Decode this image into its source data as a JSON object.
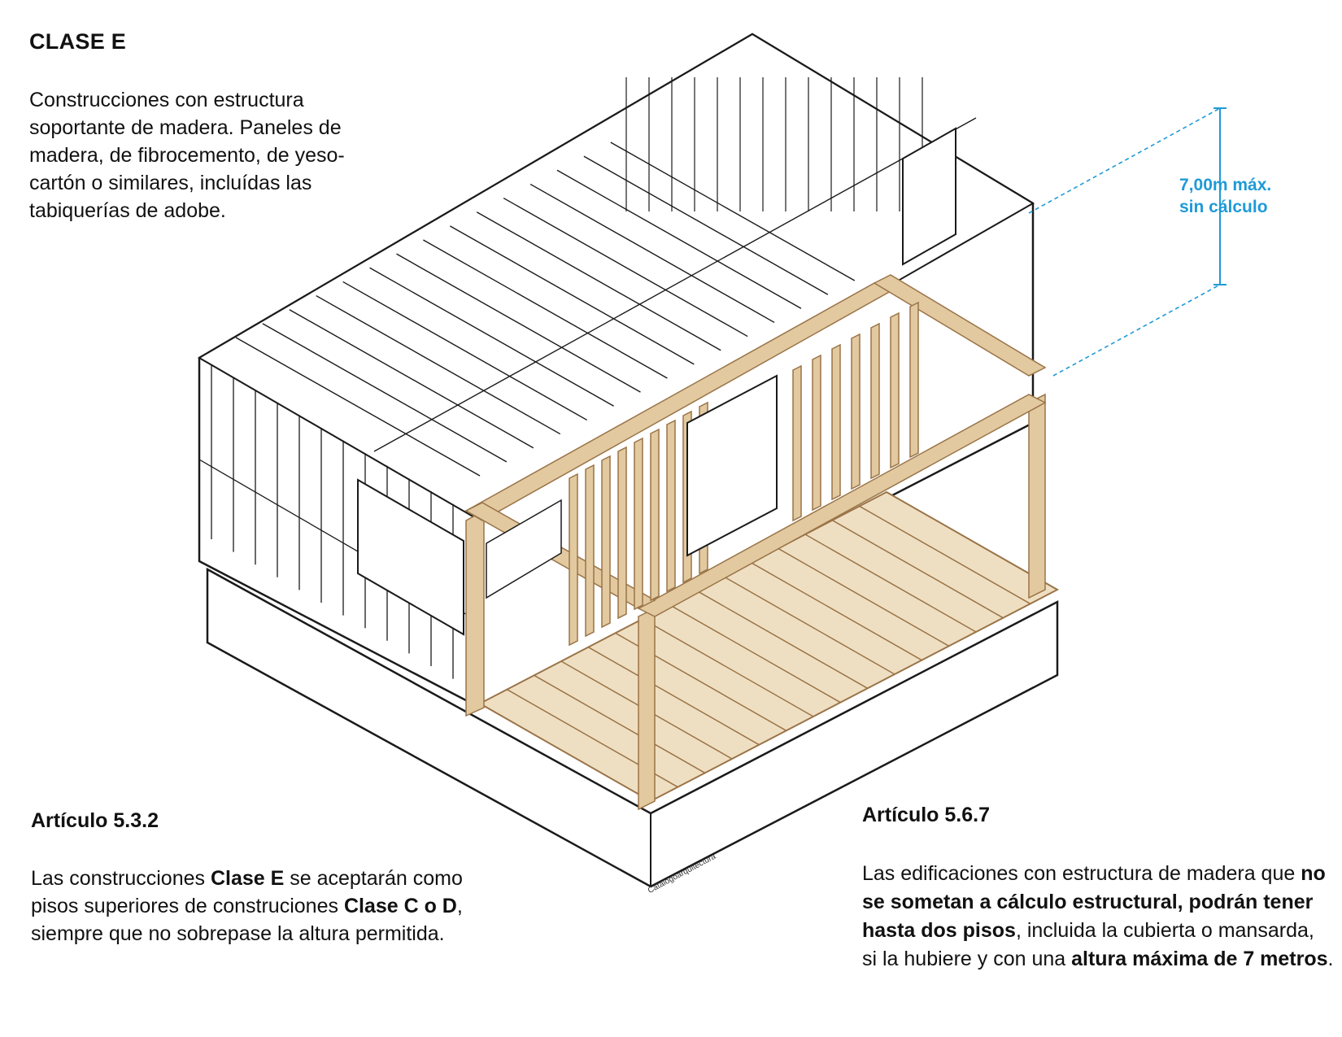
{
  "heading": "CLASE E",
  "intro": "Construcciones con estructura soportante de madera. Paneles de madera, de fibrocemento, de yeso-cartón o similares, incluídas las tabiquerías de adobe.",
  "dimension_label": {
    "line1": "7,00m máx.",
    "line2": "sin cálculo",
    "color": "#1e9ad6"
  },
  "credit": "Catálogoarquitectura",
  "article_a": {
    "title": "Artículo 5.3.2",
    "body": [
      {
        "text": "Las construcciones ",
        "bold": false
      },
      {
        "text": "Clase E",
        "bold": true
      },
      {
        "text": " se aceptarán como pisos superiores de construciones ",
        "bold": false
      },
      {
        "text": "Clase C o D",
        "bold": true
      },
      {
        "text": ", siempre que no sobrepase la altura permitida.",
        "bold": false
      }
    ]
  },
  "article_b": {
    "title": "Artículo 5.6.7",
    "body": [
      {
        "text": "Las edificaciones con estructura de madera que ",
        "bold": false
      },
      {
        "text": "no se sometan a cálculo estructural, podrán tener hasta dos pisos",
        "bold": true
      },
      {
        "text": ", incluida la cubierta o mansarda, si la hubiere y con una ",
        "bold": false
      },
      {
        "text": "altura máxima de 7 metros",
        "bold": true
      },
      {
        "text": ".",
        "bold": false
      }
    ]
  },
  "colors": {
    "wood": "#e2c9a0",
    "wood_dark": "#b89366",
    "line": "#1a1a1a"
  }
}
